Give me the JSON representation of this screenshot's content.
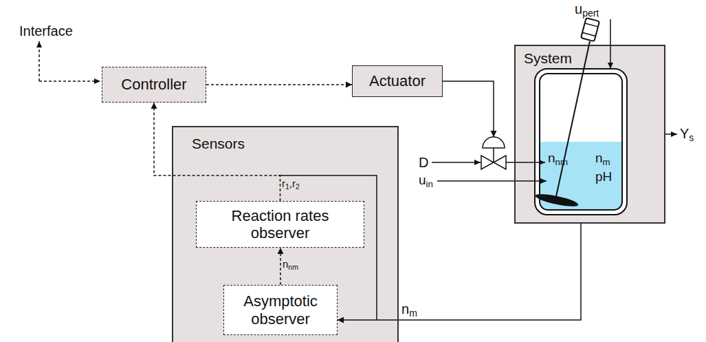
{
  "diagram": {
    "nodes": [
      {
        "text": [
          "Controller"
        ]
      },
      {
        "text": [
          "Actuator"
        ]
      },
      {
        "text": [
          "Sensors"
        ]
      },
      {
        "text": [
          "Reaction rates observer"
        ],
        "in": 2
      },
      {
        "text": [
          "Asymptotic observer"
        ],
        "in": 2
      },
      {
        "text": [
          "System"
        ]
      }
    ],
    "edges": [
      {
        "from": 0,
        "to": 1,
        "arrow": "to"
      },
      {
        "from": 1,
        "to": 5,
        "arrow": "to"
      },
      {
        "from": 3,
        "to": 0,
        "label": "r1,r2",
        "arrow": "to"
      },
      {
        "from": 4,
        "to": 3,
        "label": "nnm",
        "arrow": "to"
      },
      {
        "from": 5,
        "to": 4,
        "label": "nm",
        "arrow": "to"
      }
    ],
    "labels": [
      "Interface",
      "upert",
      "nnm",
      "nm",
      "pH",
      "D",
      "uin",
      "Ys"
    ]
  }
}
